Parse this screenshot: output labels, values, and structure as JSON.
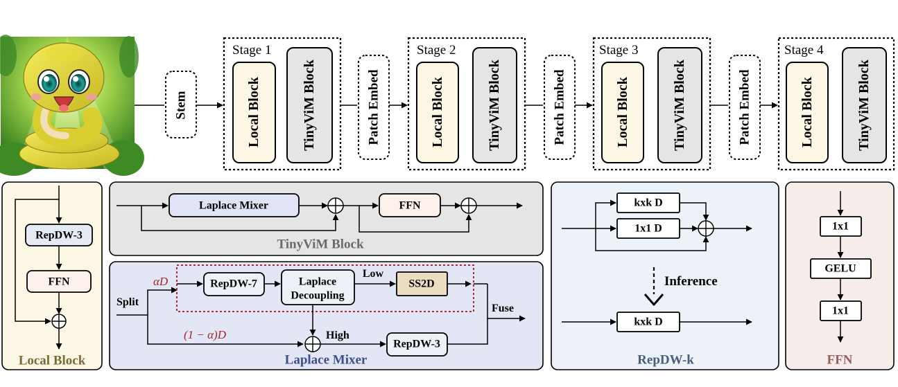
{
  "top": {
    "stem": "Stem",
    "stages": [
      {
        "title": "Stage 1",
        "local": "Local Block",
        "tinyvim": "TinyViM Block"
      },
      {
        "title": "Stage 2",
        "local": "Local Block",
        "tinyvim": "TinyViM Block"
      },
      {
        "title": "Stage 3",
        "local": "Local Block",
        "tinyvim": "TinyViM Block"
      },
      {
        "title": "Stage 4",
        "local": "Local Block",
        "tinyvim": "TinyViM Block"
      }
    ],
    "patch_embed": "Patch Embed"
  },
  "local_block": {
    "title": "Local Block",
    "repdw3": "RepDW-3",
    "ffn": "FFN"
  },
  "tinyvim_block": {
    "title": "TinyViM Block",
    "laplace_mixer": "Laplace Mixer",
    "ffn": "FFN"
  },
  "laplace_mixer": {
    "title": "Laplace Mixer",
    "split": "Split",
    "alpha_d": "αD",
    "one_minus_alpha_d": "(1 − α)D",
    "repdw7": "RepDW-7",
    "decoupling_line1": "Laplace",
    "decoupling_line2": "Decoupling",
    "low": "Low",
    "ss2d": "SS2D",
    "fuse": "Fuse",
    "high": "High",
    "repdw3": "RepDW-3"
  },
  "repdwk": {
    "title": "RepDW-k",
    "kxk": "kxk D",
    "one_by_one": "1x1 D",
    "inference": "Inference",
    "kxk_infer": "kxk D"
  },
  "ffn_panel": {
    "title": "FFN",
    "conv1": "1x1",
    "gelu": "GELU",
    "conv2": "1x1"
  },
  "colors": {
    "local_fill": "#fdf8e6",
    "tinyvim_fill": "#e5e5e5",
    "laplace_fill": "#e3e6f4",
    "repdwk_fill": "#edf1f8",
    "ffn_fill": "#f6ece9",
    "laplace_mixer_box": "#e1e4f6",
    "ffn_box": "#fdf1ec",
    "ss2d_box": "#ecdcc2",
    "local_title": "#7a6a3a",
    "laplace_title": "#3f4f8a",
    "repdwk_title": "#4a5c80",
    "ffn_title": "#9a5c5c",
    "alpha_red": "#a3262a",
    "dashed_red": "#b4272f"
  }
}
